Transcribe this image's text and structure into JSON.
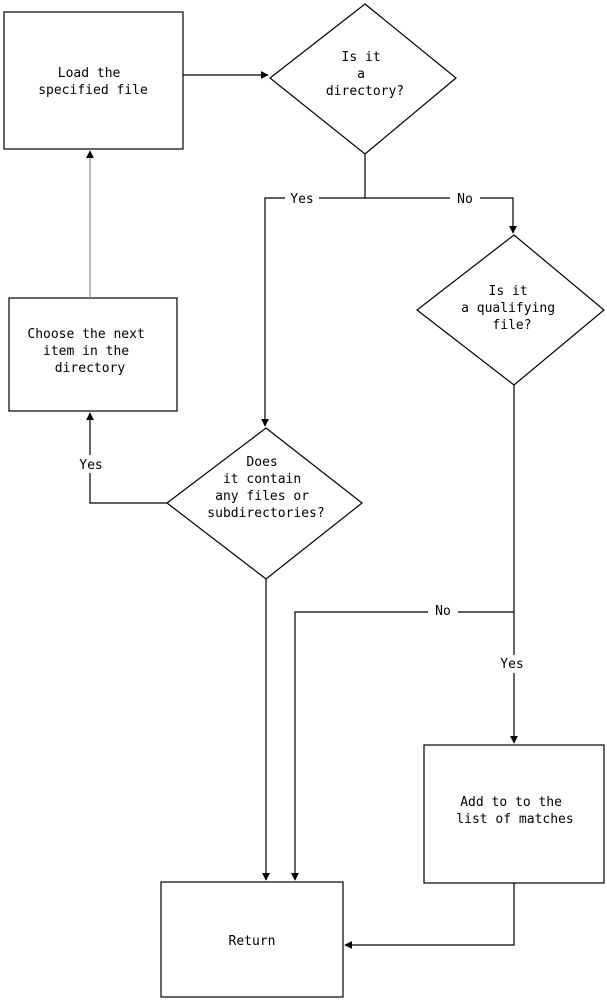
{
  "nodes": {
    "load_file": {
      "lines": [
        "Load the",
        "specified file"
      ]
    },
    "is_directory": {
      "lines": [
        "Is it",
        "a",
        "directory?"
      ]
    },
    "choose_next": {
      "lines": [
        "Choose the next",
        "item in the",
        "directory"
      ]
    },
    "is_qualifying": {
      "lines": [
        "Is it",
        "a qualifying",
        "file?"
      ]
    },
    "contains_files": {
      "lines": [
        "Does",
        "it contain",
        "any files or",
        "subdirectories?"
      ]
    },
    "add_to_list": {
      "lines": [
        "Add to to the",
        "list of matches"
      ]
    },
    "return": {
      "lines": [
        "Return"
      ]
    }
  },
  "edges": {
    "dir_yes": "Yes",
    "dir_no": "No",
    "contains_yes": "Yes",
    "qualifying_no": "No",
    "qualifying_yes": "Yes"
  }
}
